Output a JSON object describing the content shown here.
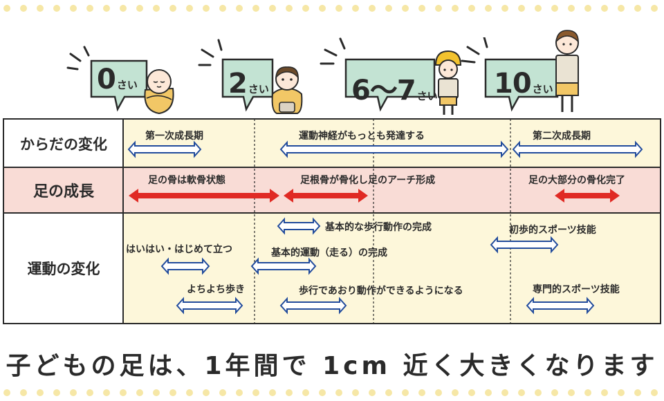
{
  "colors": {
    "bubble": "#c3e3d3",
    "outline": "#2a2a2a",
    "cream": "#fdf7da",
    "pink": "#f9dcd6",
    "dots": "#f6e7a6",
    "blue": "#214b9c",
    "red": "#e02a24"
  },
  "ages": [
    {
      "num": "0",
      "sai": "さい"
    },
    {
      "num": "2",
      "sai": "さい"
    },
    {
      "num": "6〜7",
      "sai": "さい"
    },
    {
      "num": "10",
      "sai": "さい"
    }
  ],
  "rows": [
    {
      "label": "からだの変化"
    },
    {
      "label": "足の成長"
    },
    {
      "label": "運動の変化"
    }
  ],
  "body_changes": [
    {
      "text": "第一次成長期"
    },
    {
      "text": "運動神経がもっとも発達する"
    },
    {
      "text": "第二次成長期"
    }
  ],
  "foot_growth": [
    {
      "text": "足の骨は軟骨状態"
    },
    {
      "text": "足根骨が骨化し足のアーチ形成"
    },
    {
      "text": "足の大部分の骨化完了"
    }
  ],
  "motor_changes": [
    {
      "text": "はいはい・はじめて立つ"
    },
    {
      "text": "よちよち歩き"
    },
    {
      "text": "基本的な歩行動作の完成"
    },
    {
      "text": "基本的運動（走る）の完成"
    },
    {
      "text": "歩行であおり動作ができるようになる"
    },
    {
      "text": "初歩的スポーツ技能"
    },
    {
      "text": "専門的スポーツ技能"
    }
  ],
  "title": "子どもの足は、1年間で 1cm 近く大きくなります"
}
